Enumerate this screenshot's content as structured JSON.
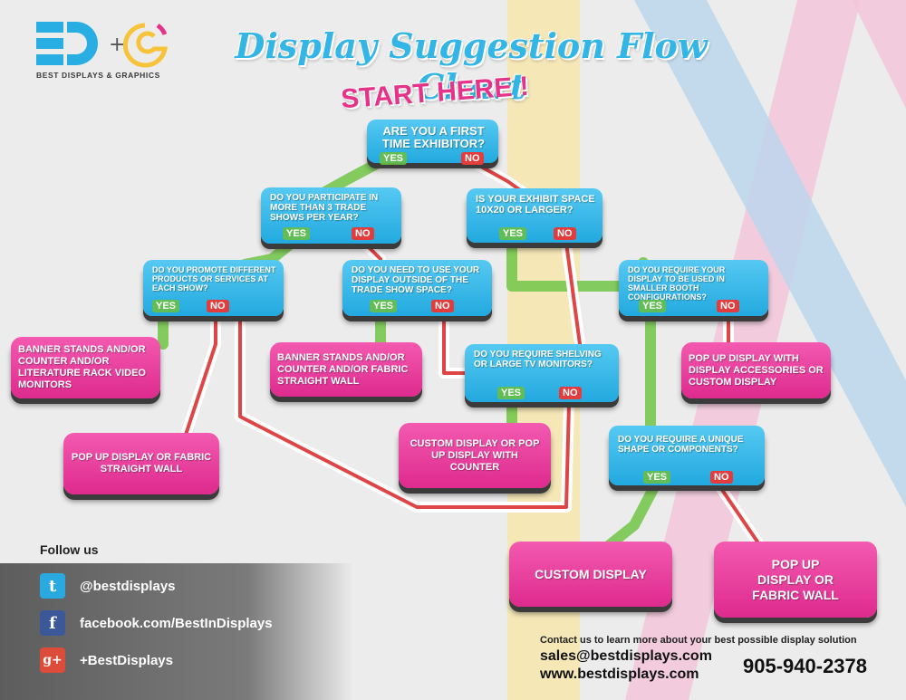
{
  "logo": {
    "mark": "BD+G",
    "brand_text": "BEST DISPLAYS & GRAPHICS"
  },
  "title": "Display Suggestion Flow Chart",
  "subtitle": "START HERE !",
  "labels": {
    "yes": "YES",
    "no": "NO"
  },
  "questions": {
    "q1": "ARE YOU A FIRST TIME EXHIBITOR?",
    "q2": "DO YOU PARTICIPATE IN MORE THAN 3 TRADE SHOWS PER YEAR?",
    "q3": "IS YOUR EXHIBIT SPACE 10X20 OR LARGER?",
    "q4": "DO YOU PROMOTE DIFFERENT PRODUCTS OR SERVICES AT EACH SHOW?",
    "q5": "DO YOU NEED TO USE YOUR DISPLAY OUTSIDE OF THE TRADE SHOW SPACE?",
    "q6": "DO YOU REQUIRE YOUR DISPLAY TO BE USED IN SMALLER BOOTH CONFIGURATIONS?",
    "q7": "DO YOU REQUIRE SHELVING OR LARGE TV MONITORS?",
    "q8": "DO YOU REQUIRE A UNIQUE SHAPE OR COMPONENTS?"
  },
  "results": {
    "r1": "BANNER STANDS AND/OR COUNTER AND/OR LITERATURE RACK VIDEO MONITORS",
    "r2": "POP UP DISPLAY OR FABRIC STRAIGHT WALL",
    "r3": "BANNER STANDS AND/OR COUNTER AND/OR FABRIC STRAIGHT WALL",
    "r4": "CUSTOM DISPLAY OR POP UP DISPLAY WITH COUNTER",
    "r5": "POP UP DISPLAY WITH DISPLAY ACCESSORIES OR CUSTOM DISPLAY",
    "r6": "CUSTOM DISPLAY",
    "r7": "POP UP DISPLAY OR FABRIC WALL"
  },
  "follow": {
    "heading": "Follow us",
    "items": [
      {
        "icon": "twitter-icon",
        "glyph": "t",
        "color": "#2aa9e0",
        "text": "@bestdisplays"
      },
      {
        "icon": "facebook-icon",
        "glyph": "f",
        "color": "#3b5998",
        "text": "facebook.com/BestInDisplays"
      },
      {
        "icon": "google-plus-icon",
        "glyph": "g+",
        "color": "#dd4b39",
        "text": "+BestDisplays"
      }
    ]
  },
  "contact": {
    "line": "Contact us to learn more about your best possible display solution",
    "email": "sales@bestdisplays.com",
    "website": "www.bestdisplays.com",
    "phone": "905-940-2378"
  },
  "colors": {
    "question": "#2aaee3",
    "result": "#e8379a",
    "yes_path": "#78c850",
    "no_path": "#e04545",
    "title": "#33b5e5",
    "subtitle": "#e6338a"
  }
}
